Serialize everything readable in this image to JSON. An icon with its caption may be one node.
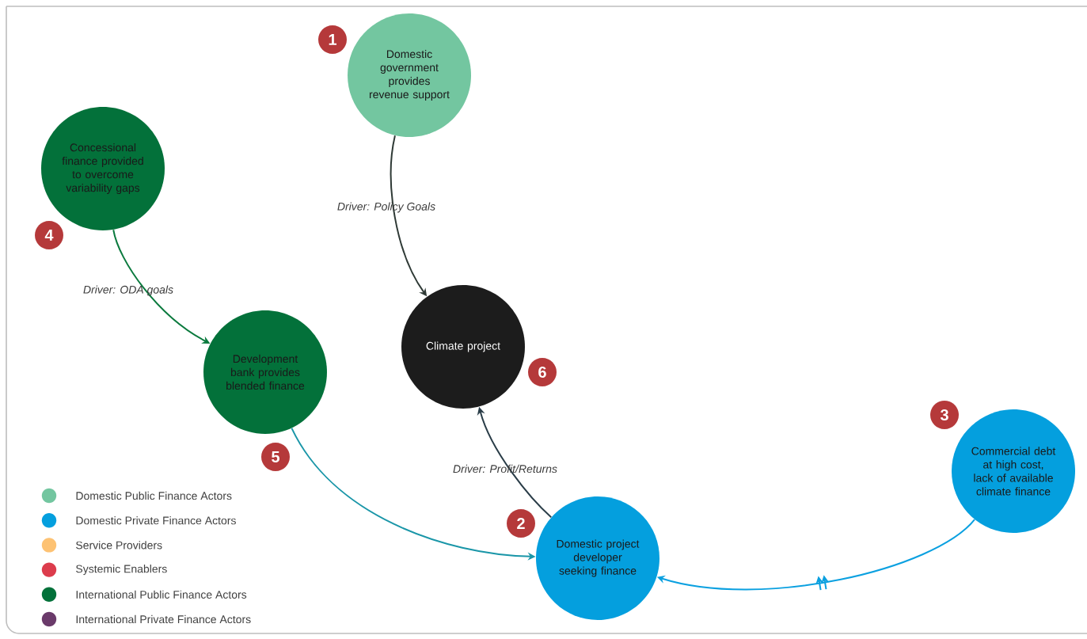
{
  "diagram": {
    "nodes": [
      {
        "text": [
          "Domestic government provides revenue support"
        ]
      },
      {
        "text": [
          "Concessional finance provided to overcome variability gaps"
        ]
      },
      {
        "text": [
          "Climate project"
        ]
      },
      {
        "text": [
          "Development bank provides blended finance"
        ]
      },
      {
        "text": [
          "Commercial debt at high cost, lack of available climate finance"
        ]
      },
      {
        "text": [
          "Domestic project developer seeking finance"
        ]
      }
    ],
    "edges": [
      {
        "from": 0,
        "to": 2,
        "arrow": "to",
        "label": "Driver: Policy Goals",
        "color": "#2f3a36"
      },
      {
        "from": 1,
        "to": 3,
        "arrow": "to",
        "label": "Driver: ODA goals",
        "color": "#0b7a3e"
      },
      {
        "from": 3,
        "to": 5,
        "arrow": "to",
        "color": "#1a96a8"
      },
      {
        "from": 5,
        "to": 2,
        "arrow": "to",
        "label": "Driver: Profit/Returns",
        "color": "#2a3d48"
      },
      {
        "from": 4,
        "to": 5,
        "arrow": "to",
        "color": "#0aa0e0"
      }
    ],
    "labels": [
      "1",
      "4",
      "6",
      "3",
      "5",
      "2"
    ],
    "legend": [
      {
        "text": "Domestic Public Finance Actors",
        "color": "#73c6a0"
      },
      {
        "text": "Domestic Private Finance Actors",
        "color": "#049fde"
      },
      {
        "text": "Service Providers",
        "color": "#fdc273"
      },
      {
        "text": "Systemic Enablers",
        "color": "#dc3c4c"
      },
      {
        "text": "International Public Finance Actors",
        "color": "#03713a"
      },
      {
        "text": "International Private Finance Actors",
        "color": "#6a3a6a"
      }
    ]
  }
}
